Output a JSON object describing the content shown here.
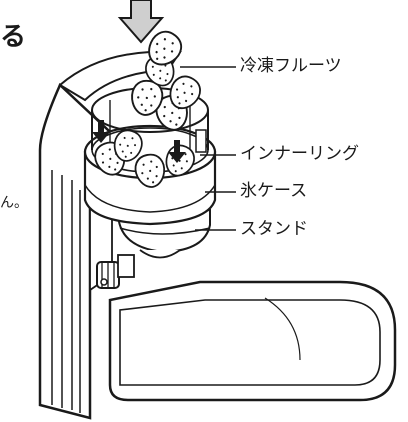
{
  "labels": {
    "frozen_fruit": "冷凍フルーツ",
    "inner_ring": "インナーリング",
    "ice_case": "氷ケース",
    "stand": "スタンド"
  },
  "edge_text": {
    "top_left": "る",
    "mid_left": "ん。"
  }
}
